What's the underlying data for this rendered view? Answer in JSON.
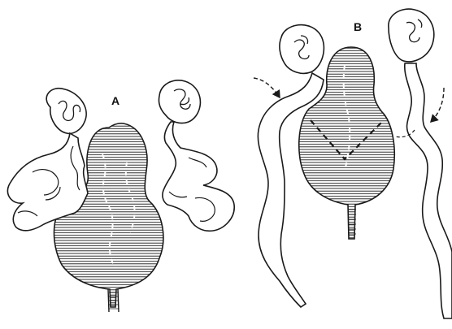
{
  "panels": [
    {
      "label": "A"
    },
    {
      "label": "B"
    }
  ],
  "colors": {
    "ink": "#1a1a1a",
    "paper": "#ffffff"
  },
  "icons": {
    "kidney": "kidney-illustration",
    "bladder": "bladder-illustration",
    "ureter": "ureter-illustration",
    "arrow": "flow-arrow"
  }
}
